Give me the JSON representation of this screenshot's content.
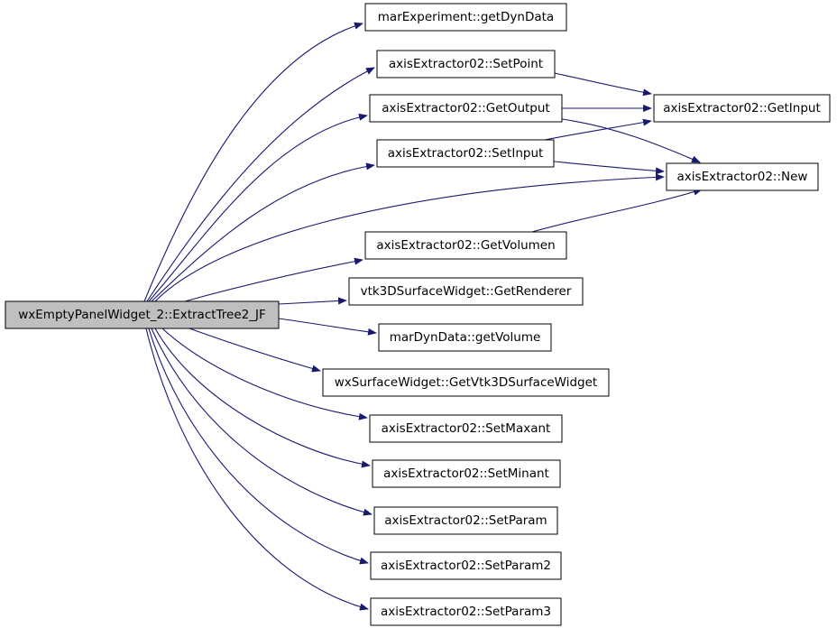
{
  "graph": {
    "edge_color": "#191970",
    "node_fill": "#ffffff",
    "root_fill": "#bfbfbf",
    "nodes": [
      {
        "id": "root",
        "label": "wxEmptyPanelWidget_2::ExtractTree2_JF"
      },
      {
        "id": "getDynData",
        "label": "marExperiment::getDynData"
      },
      {
        "id": "SetPoint",
        "label": "axisExtractor02::SetPoint"
      },
      {
        "id": "GetOutput",
        "label": "axisExtractor02::GetOutput"
      },
      {
        "id": "SetInput",
        "label": "axisExtractor02::SetInput"
      },
      {
        "id": "GetInput",
        "label": "axisExtractor02::GetInput"
      },
      {
        "id": "New",
        "label": "axisExtractor02::New"
      },
      {
        "id": "GetVolumen",
        "label": "axisExtractor02::GetVolumen"
      },
      {
        "id": "GetRenderer",
        "label": "vtk3DSurfaceWidget::GetRenderer"
      },
      {
        "id": "getVolume",
        "label": "marDynData::getVolume"
      },
      {
        "id": "GetVtk3DSurfaceWidget",
        "label": "wxSurfaceWidget::GetVtk3DSurfaceWidget"
      },
      {
        "id": "SetMaxant",
        "label": "axisExtractor02::SetMaxant"
      },
      {
        "id": "SetMinant",
        "label": "axisExtractor02::SetMinant"
      },
      {
        "id": "SetParam",
        "label": "axisExtractor02::SetParam"
      },
      {
        "id": "SetParam2",
        "label": "axisExtractor02::SetParam2"
      },
      {
        "id": "SetParam3",
        "label": "axisExtractor02::SetParam3"
      }
    ],
    "edges": [
      {
        "from": "root",
        "to": "getDynData"
      },
      {
        "from": "root",
        "to": "SetPoint"
      },
      {
        "from": "root",
        "to": "GetOutput"
      },
      {
        "from": "root",
        "to": "SetInput"
      },
      {
        "from": "root",
        "to": "New"
      },
      {
        "from": "root",
        "to": "GetVolumen"
      },
      {
        "from": "root",
        "to": "GetRenderer"
      },
      {
        "from": "root",
        "to": "getVolume"
      },
      {
        "from": "root",
        "to": "GetVtk3DSurfaceWidget"
      },
      {
        "from": "root",
        "to": "SetMaxant"
      },
      {
        "from": "root",
        "to": "SetMinant"
      },
      {
        "from": "root",
        "to": "SetParam"
      },
      {
        "from": "root",
        "to": "SetParam2"
      },
      {
        "from": "root",
        "to": "SetParam3"
      },
      {
        "from": "SetPoint",
        "to": "GetInput"
      },
      {
        "from": "GetOutput",
        "to": "GetInput"
      },
      {
        "from": "GetOutput",
        "to": "New"
      },
      {
        "from": "SetInput",
        "to": "GetInput"
      },
      {
        "from": "SetInput",
        "to": "New"
      },
      {
        "from": "GetVolumen",
        "to": "New"
      }
    ]
  }
}
